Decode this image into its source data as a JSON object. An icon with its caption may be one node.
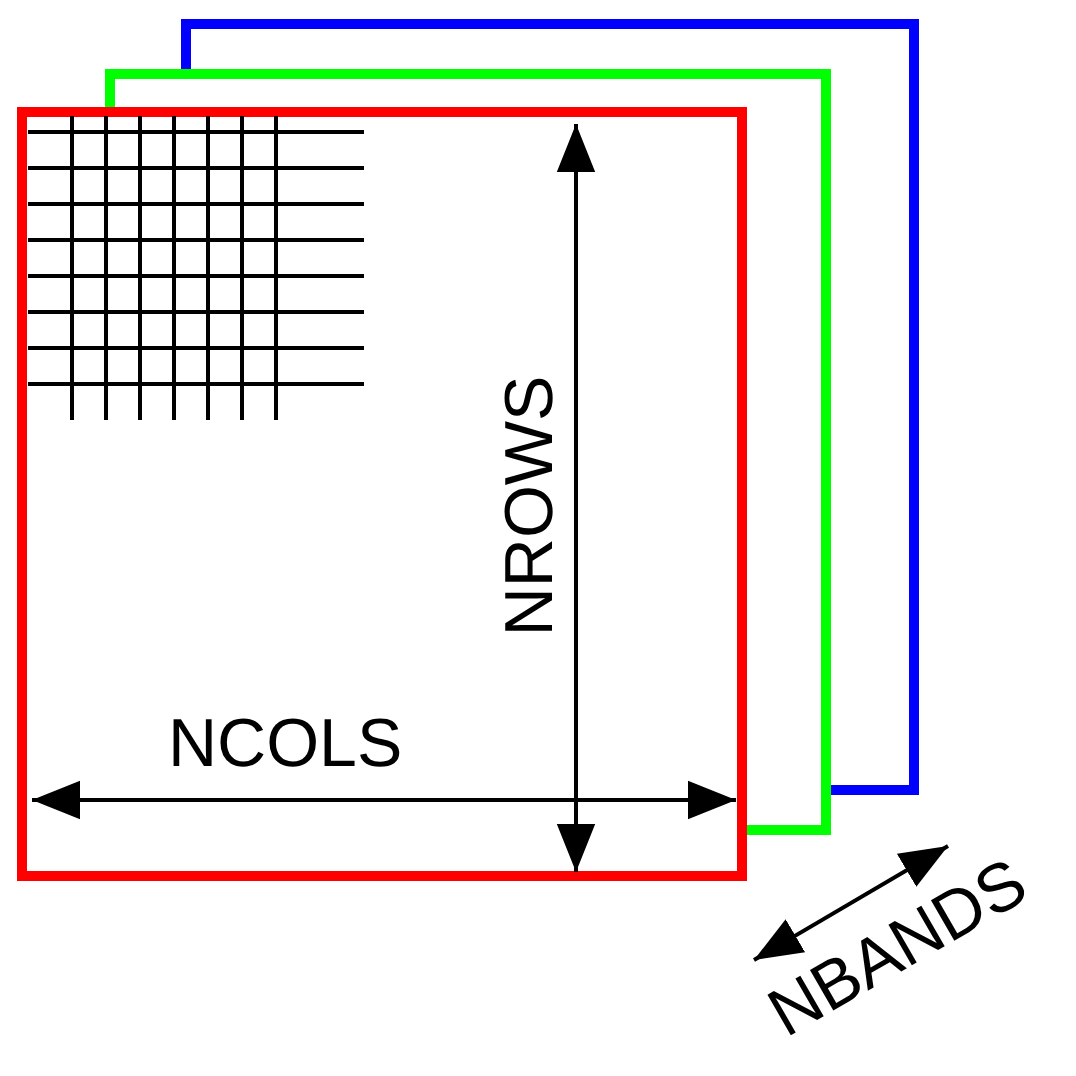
{
  "diagram": {
    "labels": [
      "NCOLS",
      "NROWS",
      "NBANDS"
    ]
  }
}
